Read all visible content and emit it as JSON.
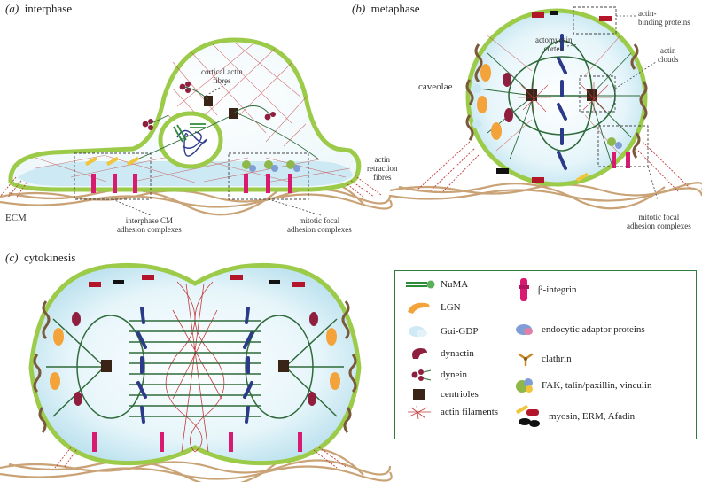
{
  "panels": {
    "a": {
      "letter": "(a)",
      "title": "interphase"
    },
    "b": {
      "letter": "(b)",
      "title": "metaphase"
    },
    "c": {
      "letter": "(c)",
      "title": "cytokinesis"
    }
  },
  "labels": {
    "cortical_actin": [
      "cortical actin",
      "fibres"
    ],
    "actin_retraction": [
      "actin",
      "retraction",
      "fibres"
    ],
    "ecm": "ECM",
    "interphase_cm": [
      "interphase CM",
      "adhesion complexes"
    ],
    "mitotic_focal_a": [
      "mitotic focal",
      "adhesion complexes"
    ],
    "actin_binding": [
      "actin-",
      "binding proteins"
    ],
    "actomyosin": [
      "actomyosin",
      "cortex"
    ],
    "actin_clouds": [
      "actin",
      "clouds"
    ],
    "caveolae": "caveolae",
    "mitotic_focal_b": [
      "mitotic focal",
      "adhesion complexes"
    ]
  },
  "legend": [
    {
      "icon": "numa",
      "label": "NuMA"
    },
    {
      "icon": "lgn",
      "label": "LGN"
    },
    {
      "icon": "galpha",
      "label": "Gαi-GDP"
    },
    {
      "icon": "dynactin",
      "label": "dynactin"
    },
    {
      "icon": "dynein",
      "label": "dynein"
    },
    {
      "icon": "centriole",
      "label": "centrioles"
    },
    {
      "icon": "actin",
      "label": "actin filaments"
    },
    {
      "icon": "integrin",
      "label": "β-integrin"
    },
    {
      "icon": "endocytic",
      "label": "endocytic adaptor proteins"
    },
    {
      "icon": "clathrin",
      "label": "clathrin"
    },
    {
      "icon": "fak",
      "label": "FAK, talin/paxillin, vinculin"
    },
    {
      "icon": "myosin",
      "label": "myosin, ERM, Afadin"
    }
  ],
  "colors": {
    "membrane": "#9ccb4a",
    "cytoplasm": "#dff2f8",
    "spindle": "#2e6b3a",
    "chromosome": "#2c3a8a",
    "actin": "#c23a3a",
    "ecm": "#c9a276",
    "caveolae": "#7a5a3a",
    "legend_border": "#2e7d3a"
  }
}
